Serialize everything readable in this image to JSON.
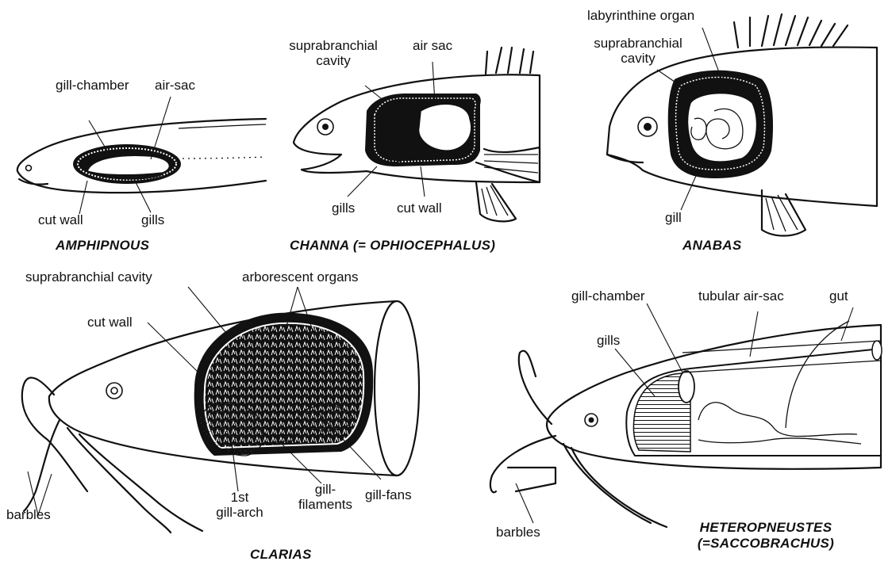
{
  "amphipnous": {
    "title": "AMPHIPNOUS",
    "labels": {
      "gill_chamber": "gill-chamber",
      "air_sac": "air-sac",
      "cut_wall": "cut wall",
      "gills": "gills"
    }
  },
  "channa": {
    "title": "CHANNA (= OPHIOCEPHALUS)",
    "labels": {
      "suprabranchial_1": "suprabranchial",
      "suprabranchial_2": "cavity",
      "air_sac": "air sac",
      "gills": "gills",
      "cut_wall": "cut wall"
    }
  },
  "anabas": {
    "title": "ANABAS",
    "labels": {
      "labyrinthine": "labyrinthine organ",
      "suprabranchial_1": "suprabranchial",
      "suprabranchial_2": "cavity",
      "gill": "gill"
    }
  },
  "clarias": {
    "title": "CLARIAS",
    "labels": {
      "suprabranchial_cavity": "suprabranchial cavity",
      "arborescent": "arborescent organs",
      "cut_wall": "cut wall",
      "barbles": "barbles",
      "gill_arch_1": "1st",
      "gill_arch_2": "gill-arch",
      "gill_filaments_1": "gill-",
      "gill_filaments_2": "filaments",
      "gill_fans": "gill-fans"
    }
  },
  "heteropneustes": {
    "title_1": "HETEROPNEUSTES",
    "title_2": "(=SACCOBRACHUS)",
    "labels": {
      "gill_chamber": "gill-chamber",
      "tubular_air_sac": "tubular air-sac",
      "gut": "gut",
      "gills": "gills",
      "barbles": "barbles"
    }
  }
}
